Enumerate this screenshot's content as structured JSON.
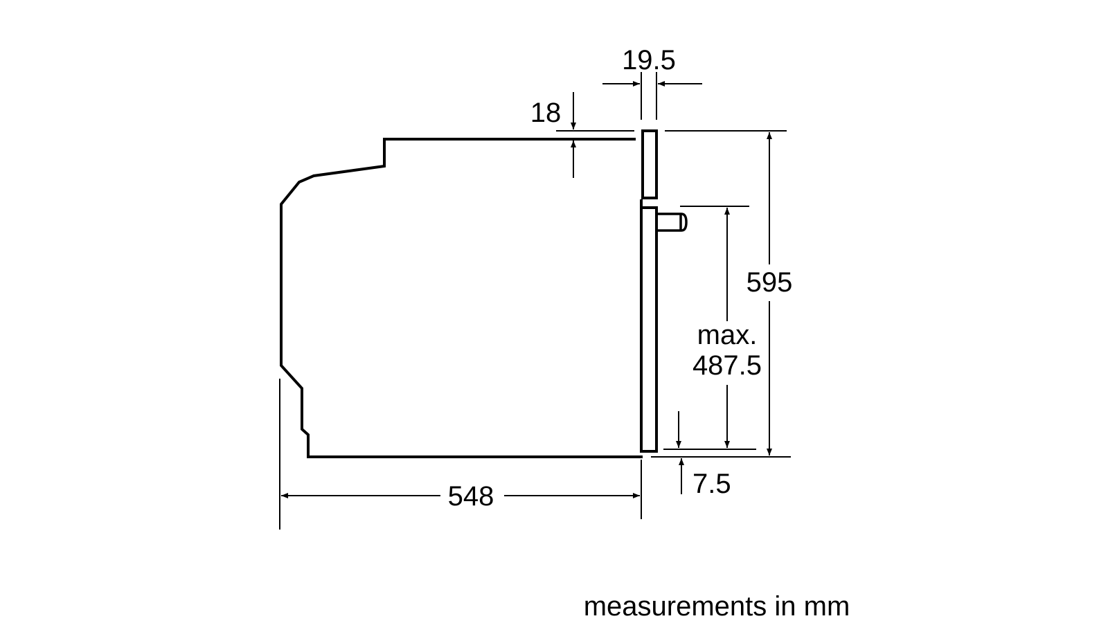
{
  "dimensions": {
    "depth": "548",
    "height": "595",
    "door_thickness": "19.5",
    "top_offset": "18",
    "max_height_label": "max.",
    "max_height_value": "487.5",
    "bottom_offset": "7.5"
  },
  "caption": "measurements in mm"
}
